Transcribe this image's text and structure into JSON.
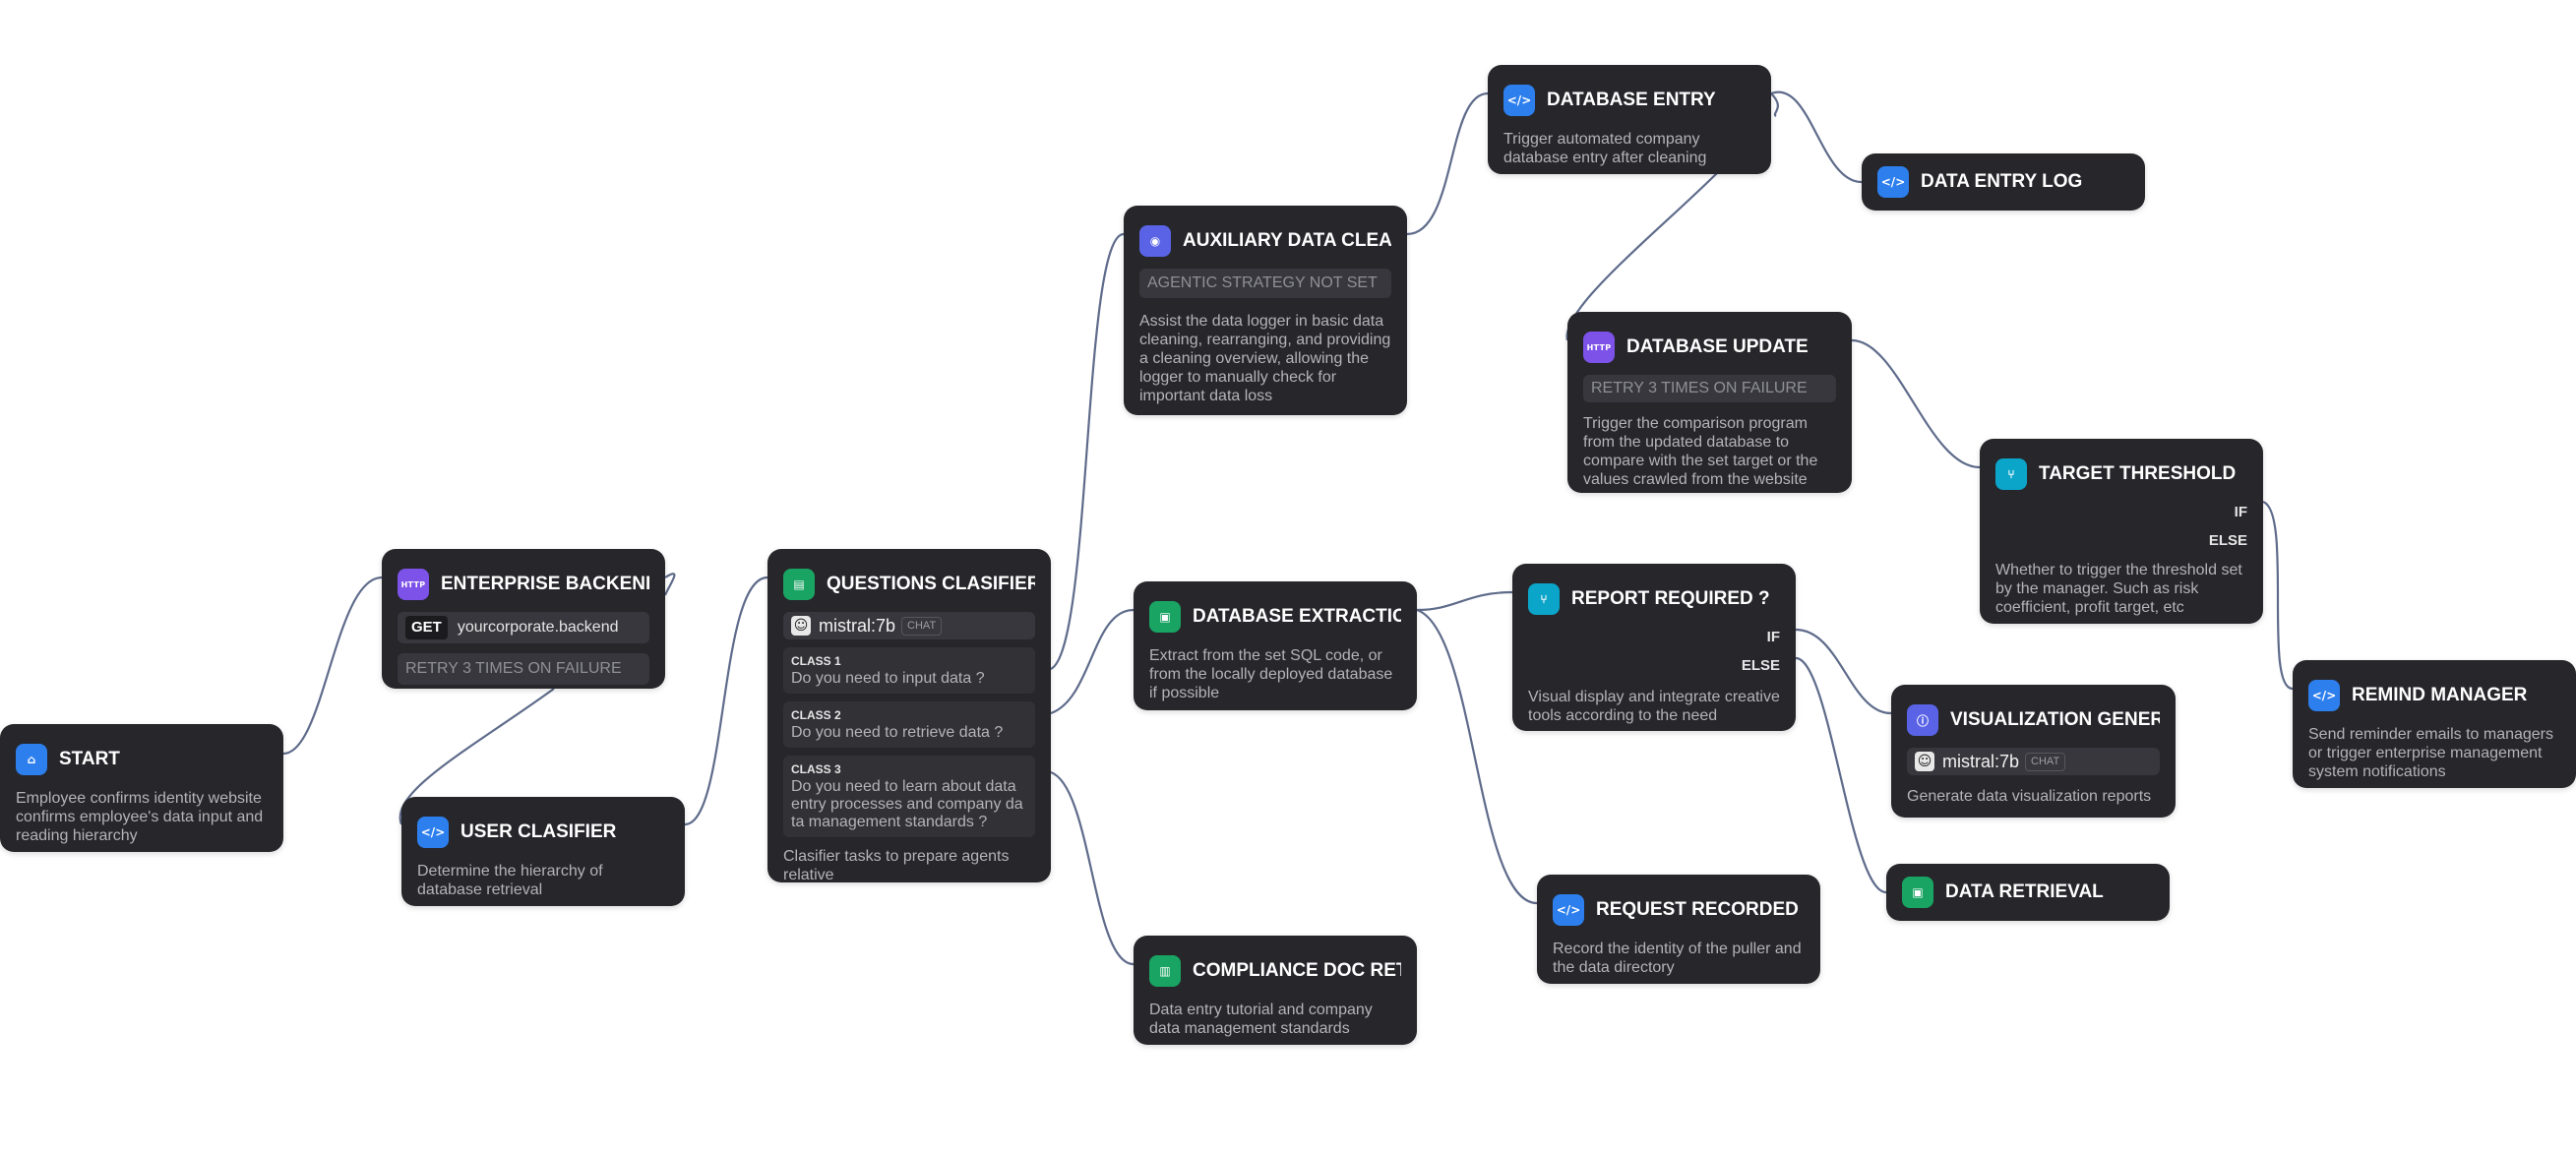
{
  "nodes": {
    "start": {
      "title": "START",
      "icon": "home-icon",
      "description": "Employee confirms identity website confirms employee's data input and reading hierarchy"
    },
    "enterprise_backend_req": {
      "title": "ENTERPRISE BACKEND REQ",
      "icon": "http-icon",
      "method": "GET",
      "url": "yourcorporate.backend",
      "retry": "RETRY 3 TIMES ON FAILURE"
    },
    "user_clasifier": {
      "title": "USER CLASIFIER",
      "icon": "code-icon",
      "description": "Determine the hierarchy of database retrieval"
    },
    "questions_clasifier": {
      "title": "QUESTIONS CLASIFIER",
      "icon": "classifier-icon",
      "model": "mistral:7b",
      "model_tag": "CHAT",
      "classes": [
        {
          "label": "CLASS 1",
          "text": "Do you need to input data ?"
        },
        {
          "label": "CLASS 2",
          "text": "Do you need to retrieve data ?"
        },
        {
          "label": "CLASS 3",
          "text": "Do you need to learn about data entry processes and company data management standards ?"
        }
      ],
      "description": "Clasifier tasks to prepare agents relative"
    },
    "auxiliary_data_clean": {
      "title": "AUXILIARY DATA CLEAN",
      "icon": "agent-icon",
      "strategy": "AGENTIC STRATEGY NOT SET",
      "description": "Assist the data logger in basic data cleaning, rearranging, and providing a cleaning overview, allowing the logger to manually check for important data loss"
    },
    "database_extraction": {
      "title": "DATABASE EXTRACTION",
      "icon": "document-icon",
      "description": "Extract from the set SQL code, or from the locally deployed database if possible"
    },
    "compliance_doc_retriev": {
      "title": "COMPLIANCE DOC RETRIEV",
      "icon": "book-icon",
      "description": "Data entry tutorial and company data management standards"
    },
    "database_entry": {
      "title": "DATABASE ENTRY",
      "icon": "code-icon",
      "description": "Trigger automated company database entry after cleaning"
    },
    "data_entry_log": {
      "title": "DATA ENTRY LOG",
      "icon": "code-icon"
    },
    "database_update": {
      "title": "DATABASE UPDATE",
      "icon": "http-icon",
      "retry": "RETRY 3 TIMES ON FAILURE",
      "description": "Trigger the comparison program from the updated database to compare with the set target or the values crawled from the website"
    },
    "report_required": {
      "title": "REPORT REQUIRED ?",
      "icon": "branch-icon",
      "if_label": "IF",
      "else_label": "ELSE",
      "description": "Visual display and integrate creative tools according to the need"
    },
    "request_recorded": {
      "title": "REQUEST RECORDED",
      "icon": "code-icon",
      "description": "Record the identity of the puller and the data directory"
    },
    "target_threshold": {
      "title": "TARGET THRESHOLD",
      "icon": "branch-icon",
      "if_label": "IF",
      "else_label": "ELSE",
      "description": "Whether to trigger the threshold set by the manager. Such as risk coefficient, profit target, etc"
    },
    "visualization_generato": {
      "title": "VISUALIZATION GENERATO",
      "icon": "info-icon",
      "model": "mistral:7b",
      "model_tag": "CHAT",
      "description": "Generate data visualization reports"
    },
    "data_retrieval": {
      "title": "DATA RETRIEVAL",
      "icon": "document-icon"
    },
    "remind_manager": {
      "title": "REMIND MANAGER",
      "icon": "code-icon",
      "description": "Send reminder emails to managers or trigger enterprise management system notifications"
    }
  },
  "edges": [
    [
      "start",
      "enterprise_backend_req"
    ],
    [
      "enterprise_backend_req",
      "user_clasifier"
    ],
    [
      "user_clasifier",
      "questions_clasifier"
    ],
    [
      "questions_clasifier",
      "auxiliary_data_clean"
    ],
    [
      "questions_clasifier",
      "database_extraction"
    ],
    [
      "questions_clasifier",
      "compliance_doc_retriev"
    ],
    [
      "auxiliary_data_clean",
      "database_entry"
    ],
    [
      "database_entry",
      "data_entry_log"
    ],
    [
      "database_entry",
      "database_update"
    ],
    [
      "database_update",
      "target_threshold"
    ],
    [
      "target_threshold",
      "remind_manager"
    ],
    [
      "database_extraction",
      "report_required"
    ],
    [
      "database_extraction",
      "request_recorded"
    ],
    [
      "report_required",
      "visualization_generato"
    ],
    [
      "report_required",
      "data_retrieval"
    ]
  ],
  "colors": {
    "node_bg": "#26262b",
    "edge": "#5e6b8a",
    "code": "#2d7fee",
    "http": "#7c52e8",
    "classifier": "#19a463",
    "branch": "#0ba5c9",
    "agent": "#5a63e6"
  }
}
